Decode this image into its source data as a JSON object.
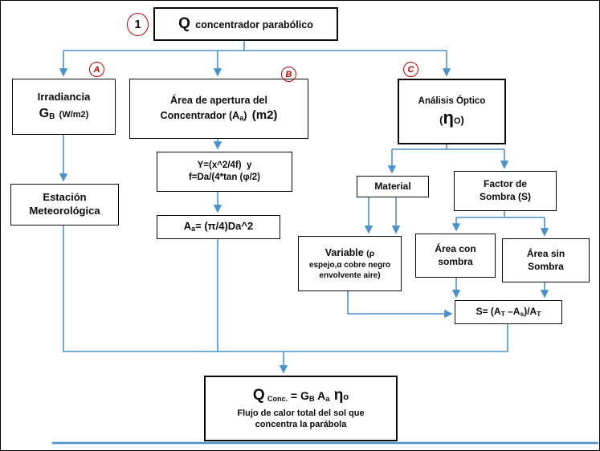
{
  "diagram": {
    "accent": "#4a92c8",
    "badge_red": "#c00000",
    "step_badge": "1",
    "title": {
      "lead": "Q",
      "text": "concentrador parabólico"
    },
    "branch_labels": {
      "a": "A",
      "b": "B",
      "c": "C"
    },
    "irradiancia": {
      "title": "Irradiancia",
      "sym": "G",
      "sym_sub": "B",
      "unit": "(W/m2)"
    },
    "apertura": {
      "line1": "Área de apertura del",
      "pre": "Concentrador (A",
      "sub": "a",
      "post": ")",
      "unit": "(m2)"
    },
    "optico": {
      "title": "Análisis Óptico",
      "open": "(",
      "eta": "η",
      "eta_sub": "O",
      "close": ")"
    },
    "estacion": {
      "line1": "Estación",
      "line2": "Meteorológica"
    },
    "geometria": {
      "line1": "Y=(x^2/4f)  y",
      "line2": "f=Da/(4*tan (φ/2)"
    },
    "formula_aa": {
      "pre": "A",
      "sub": "a",
      "post": "= (π/4)Da^2"
    },
    "material": {
      "label": "Material"
    },
    "factor": {
      "line1": "Factor de",
      "line2": "Sombra (S)"
    },
    "variable": {
      "lead": "Variable ",
      "paren": "(ρ",
      "line2": "espejo,α cobre negro",
      "line3": "envolvente aire)"
    },
    "area_con": {
      "line1": "Área con",
      "line2": "sombra"
    },
    "area_sin": {
      "line1": "Área sin",
      "line2": "Sombra"
    },
    "formula_s": {
      "p1": "S= (A",
      "sub1": "T",
      "p2": " –A",
      "sub2": "s",
      "p3": ")/A",
      "sub3": "T"
    },
    "resultado": {
      "q": "Q",
      "q_sub": "Conc.",
      "eq": " = G",
      "g_sub": "B",
      "a": " A",
      "a_sub": "a",
      "eta": " η",
      "eta_sub": "o",
      "line2": "Flujo de calor total del sol que",
      "line3": "concentra la parábola"
    }
  }
}
